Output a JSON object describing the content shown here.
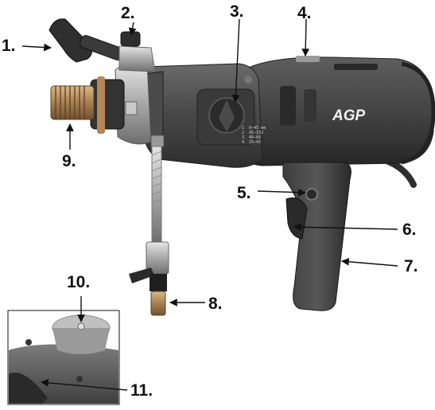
{
  "brand": {
    "logo_text": "AGP"
  },
  "colors": {
    "body_dark": "#3a3a3a",
    "body_mid": "#5a5a5a",
    "body_light": "#8a8a8a",
    "handle_rubber": "#2c2c2c",
    "metal": "#c9c9c9",
    "brass": "#b08a5a",
    "line": "#111111",
    "background": "#ffffff"
  },
  "gear_dial_markings": [
    "1  0–45 mm",
    "2  45–152",
    "3  40–60",
    "4  20–45"
  ],
  "callouts": [
    {
      "id": "1",
      "label": "1."
    },
    {
      "id": "2",
      "label": "2."
    },
    {
      "id": "3",
      "label": "3."
    },
    {
      "id": "4",
      "label": "4."
    },
    {
      "id": "5",
      "label": "5."
    },
    {
      "id": "6",
      "label": "6."
    },
    {
      "id": "7",
      "label": "7."
    },
    {
      "id": "8",
      "label": "8."
    },
    {
      "id": "9",
      "label": "9."
    },
    {
      "id": "10",
      "label": "10."
    },
    {
      "id": "11",
      "label": "11."
    }
  ],
  "icons": {
    "drill": "core-drill-illustration",
    "inset": "inset-detail-view",
    "arrows": "arrow-pointer"
  }
}
